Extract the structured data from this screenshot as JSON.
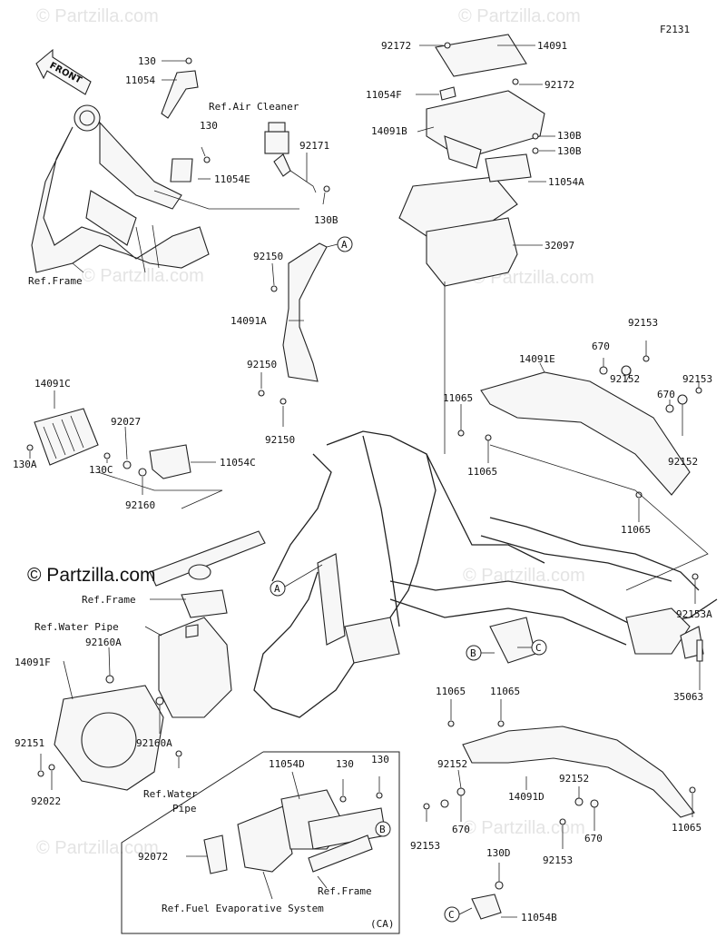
{
  "figure_code": "F2131",
  "front_label": "FRONT",
  "copyright_text": "© Partzilla.com",
  "watermark_text": "© Partzilla.com",
  "callouts": {
    "c_130_top": "130",
    "c_11054": "11054",
    "c_ref_air_cleaner": "Ref.Air Cleaner",
    "c_130_mid": "130",
    "c_92171": "92171",
    "c_11054E": "11054E",
    "c_130B_left": "130B",
    "c_ref_frame_top": "Ref.Frame",
    "c_92150_a": "92150",
    "c_14091A": "14091A",
    "c_92150_b": "92150",
    "c_92150_c": "92150",
    "c_92172_a": "92172",
    "c_14091": "14091",
    "c_11054F": "11054F",
    "c_92172_b": "92172",
    "c_14091B": "14091B",
    "c_130B_r1": "130B",
    "c_130B_r2": "130B",
    "c_11054A": "11054A",
    "c_32097": "32097",
    "c_14091C": "14091C",
    "c_92027": "92027",
    "c_130A": "130A",
    "c_130C": "130C",
    "c_11054C": "11054C",
    "c_92160": "92160",
    "c_92153_a": "92153",
    "c_670_a": "670",
    "c_14091E": "14091E",
    "c_92152_a": "92152",
    "c_92153_b": "92153",
    "c_670_b": "670",
    "c_11065_a": "11065",
    "c_11065_b": "11065",
    "c_92152_b": "92152",
    "c_11065_c": "11065",
    "c_ref_frame_mid": "Ref.Frame",
    "c_ref_water_pipe_top": "Ref.Water Pipe",
    "c_92160A_a": "92160A",
    "c_14091F": "14091F",
    "c_92151": "92151",
    "c_92160A_b": "92160A",
    "c_92022": "92022",
    "c_ref_water": "Ref.Water",
    "c_pipe": "Pipe",
    "c_92153A": "92153A",
    "c_35063": "35063",
    "c_11065_d": "11065",
    "c_11065_e": "11065",
    "c_92152_c": "92152",
    "c_14091D": "14091D",
    "c_92152_d": "92152",
    "c_670_c": "670",
    "c_670_d": "670",
    "c_92153_c": "92153",
    "c_92153_d": "92153",
    "c_11065_f": "11065",
    "c_130D": "130D",
    "c_11054B": "11054B",
    "c_11054D": "11054D",
    "c_130_box_a": "130",
    "c_130_box_b": "130",
    "c_92072": "92072",
    "c_ref_frame_box": "Ref.Frame",
    "c_ref_fuel": "Ref.Fuel Evaporative System",
    "c_ca": "(CA)"
  },
  "circle_markers": {
    "A1": "A",
    "A2": "A",
    "B1": "B",
    "B2": "B",
    "C1": "C",
    "C2": "C"
  }
}
